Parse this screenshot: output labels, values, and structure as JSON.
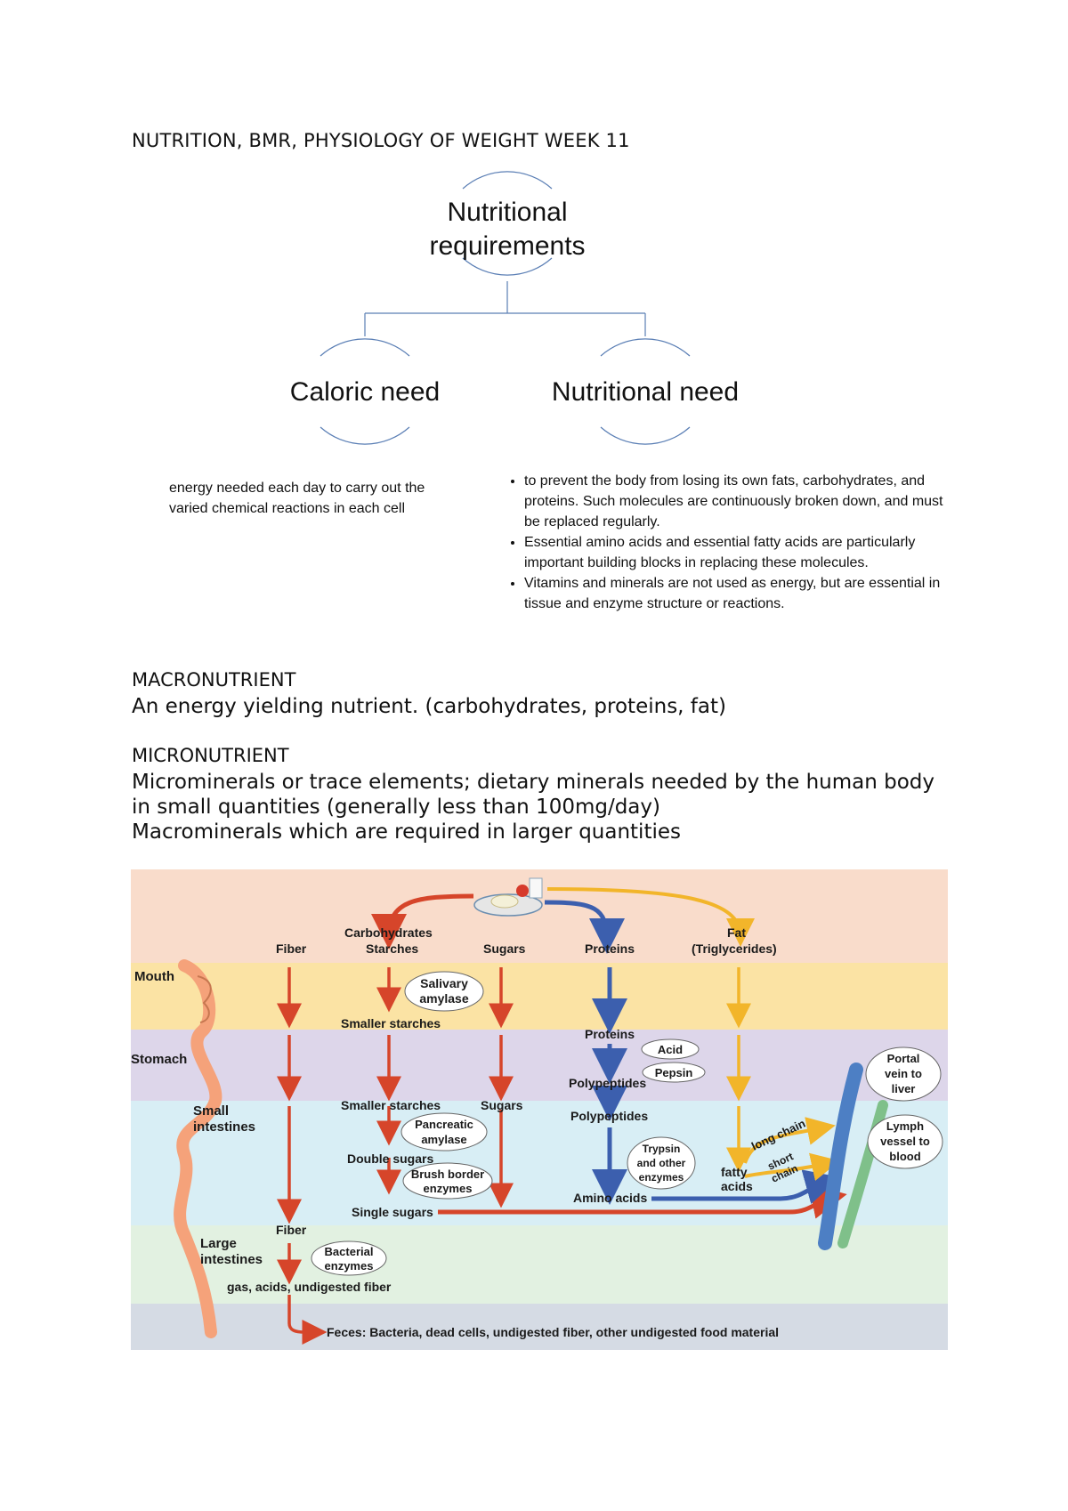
{
  "document": {
    "title": "NUTRITION, BMR, PHYSIOLOGY OF WEIGHT WEEK 11"
  },
  "hierarchy": {
    "root": {
      "line1": "Nutritional",
      "line2": "requirements"
    },
    "caloric": {
      "label": "Caloric need",
      "description": "energy needed each day to carry out the varied chemical reactions in each cell"
    },
    "nutritional": {
      "label": "Nutritional need",
      "bullets": [
        "to prevent the body from losing its own fats, carbohydrates, and proteins. Such molecules are continuously broken down, and must be replaced regularly.",
        "Essential amino acids and essential fatty acids are particularly important building blocks in replacing these molecules.",
        "Vitamins and minerals are not used as energy, but are essential in tissue and enzyme structure or reactions."
      ]
    }
  },
  "macronutrient": {
    "heading": "MACRONUTRIENT",
    "text": "An energy yielding nutrient. (carbohydrates, proteins, fat)"
  },
  "micronutrient": {
    "heading": "MICRONUTRIENT",
    "line1": "Microminerals or trace elements; dietary minerals needed by the human body in small quantities (generally less than 100mg/day)",
    "line2": "Macrominerals which are required in larger quantities"
  },
  "digestion_figure": {
    "colors": {
      "food_band": "#f9dccb",
      "mouth_band": "#fbe3a4",
      "stomach_band": "#ddd6ea",
      "small_int_band": "#d8eef5",
      "large_int_band": "#e2f1e1",
      "feces_band": "#d5dbe4",
      "carb_arrow": "#d6452a",
      "protein_arrow": "#3c5fae",
      "fat_arrow": "#f2b52a",
      "gut": "#f5a27a"
    },
    "zones": {
      "mouth": "Mouth",
      "stomach": "Stomach",
      "small_int_1": "Small",
      "small_int_2": "intestines",
      "large_int_1": "Large",
      "large_int_2": "intestines"
    },
    "columns": {
      "fiber": "Fiber",
      "carbohydrates": "Carbohydrates",
      "starches": "Starches",
      "sugars": "Sugars",
      "proteins": "Proteins",
      "fat": "Fat",
      "triglycerides": "(Triglycerides)"
    },
    "labels": {
      "smaller_starches": "Smaller starches",
      "proteins2": "Proteins",
      "polypeptides": "Polypeptides",
      "smaller_starches2": "Smaller starches",
      "sugars2": "Sugars",
      "polypeptides2": "Polypeptides",
      "double_sugars": "Double sugars",
      "single_sugars": "Single sugars",
      "amino_acids": "Amino acids",
      "fatty_acids_1": "fatty",
      "fatty_acids_2": "acids",
      "long_chain": "long chain",
      "short_chain_1": "short",
      "short_chain_2": "chain",
      "fiber2": "Fiber",
      "gas": "gas, acids, undigested fiber",
      "feces": "Feces: Bacteria, dead cells, undigested fiber, other undigested food material"
    },
    "enzymes": {
      "salivary_1": "Salivary",
      "salivary_2": "amylase",
      "acid": "Acid",
      "pepsin": "Pepsin",
      "pancreatic_1": "Pancreatic",
      "pancreatic_2": "amylase",
      "trypsin_1": "Trypsin",
      "trypsin_2": "and other",
      "trypsin_3": "enzymes",
      "brush_1": "Brush border",
      "brush_2": "enzymes",
      "bacterial_1": "Bacterial",
      "bacterial_2": "enzymes",
      "portal_1": "Portal",
      "portal_2": "vein to",
      "portal_3": "liver",
      "lymph_1": "Lymph",
      "lymph_2": "vessel to",
      "lymph_3": "blood"
    }
  }
}
